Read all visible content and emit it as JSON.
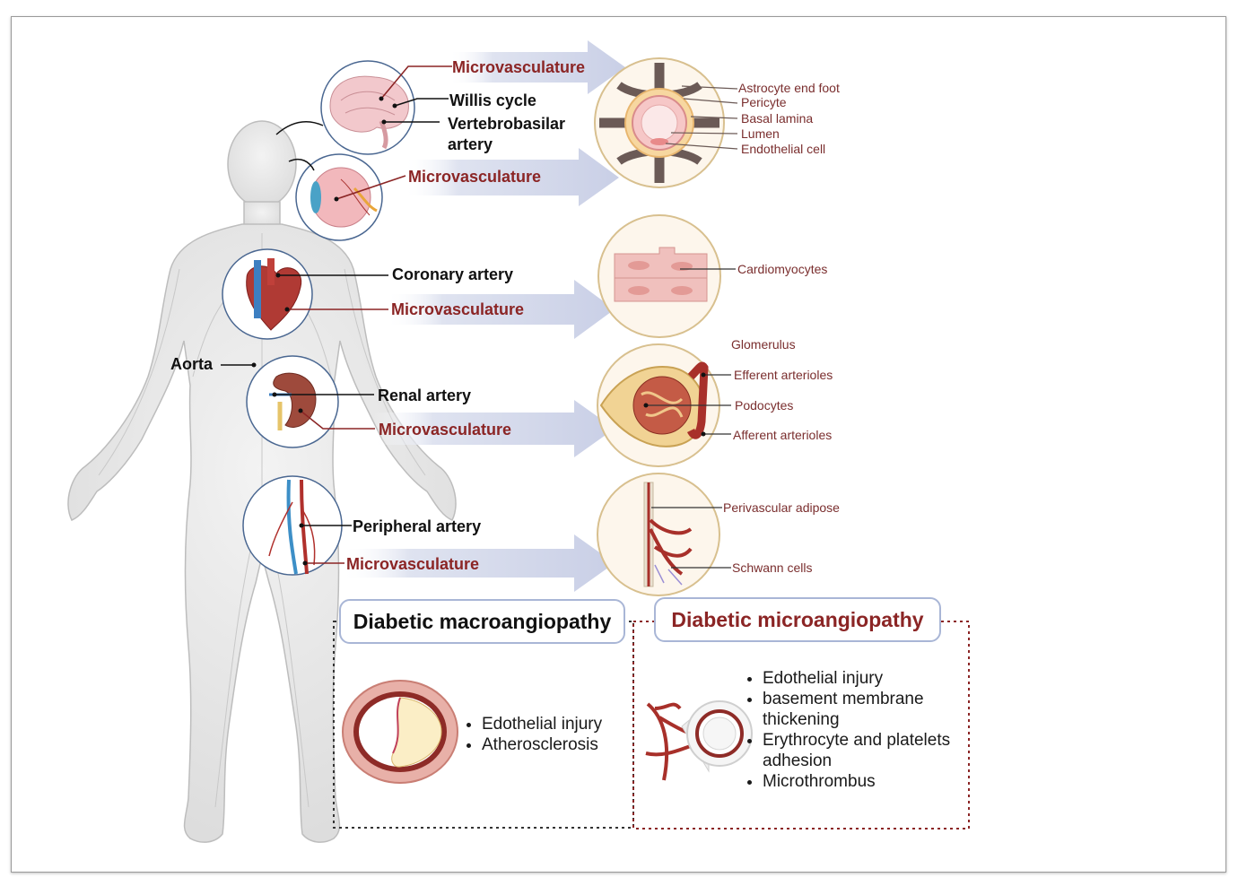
{
  "labels": {
    "microvasculature": "Microvasculature",
    "willis_cycle": "Willis cycle",
    "vertebrobasilar_artery_line1": "Vertebrobasilar",
    "vertebrobasilar_artery_line2": "artery",
    "coronary_artery": "Coronary artery",
    "aorta": "Aorta",
    "renal_artery": "Renal artery",
    "peripheral_artery": "Peripheral artery"
  },
  "brain_cells": [
    "Astrocyte end foot",
    "Pericyte",
    "Basal lamina",
    "Lumen",
    "Endothelial cell"
  ],
  "heart_cells": [
    "Cardiomyocytes"
  ],
  "kidney_cells": [
    "Glomerulus",
    "Efferent arterioles",
    "Podocytes",
    "Afferent  arterioles"
  ],
  "nerve_cells": [
    "Perivascular adipose",
    "Schwann cells"
  ],
  "macro": {
    "title": "Diabetic macroangiopathy",
    "bullets": [
      "Edothelial injury",
      "Atherosclerosis"
    ]
  },
  "micro": {
    "title": "Diabetic microangiopathy",
    "bullets": [
      "Edothelial injury",
      "basement membrane thickening",
      "Erythrocyte and platelets adhesion",
      "Microthrombus"
    ]
  },
  "colors": {
    "accent_red": "#8b2525",
    "arrow_fill": "#d3d8ea",
    "box_border": "#a9b6d6",
    "body_fill": "#ebebeb",
    "cell_tissue": "#f2c2c0"
  }
}
